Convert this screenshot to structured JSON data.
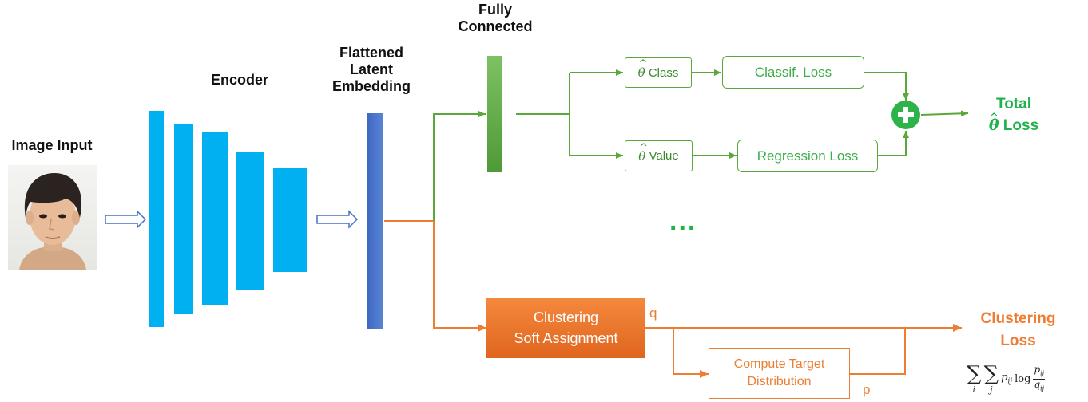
{
  "labels": {
    "image_input": "Image Input",
    "encoder": "Encoder",
    "flattened": [
      "Flattened",
      "Latent",
      "Embedding"
    ],
    "fully_connected": [
      "Fully",
      "Connected"
    ],
    "total_loss_line1": "Total",
    "total_loss_line2": "Loss",
    "ellipsis": "...",
    "clustering_loss": [
      "Clustering",
      "Loss"
    ]
  },
  "boxes": {
    "theta_class": "Class",
    "classif_loss": "Classif. Loss",
    "theta_value": "Value",
    "regression_loss": "Regression Loss",
    "clustering_soft_assignment": [
      "Clustering",
      "Soft Assignment"
    ],
    "compute_target": [
      "Compute Target",
      "Distribution"
    ]
  },
  "symbols": {
    "theta": "θ",
    "q": "q",
    "p": "p",
    "sum": "∑",
    "formula_i": "i",
    "formula_j": "j",
    "formula_term": "p",
    "formula_term_sub": "ij",
    "formula_log": "log",
    "formula_num": "p",
    "formula_num_sub": "ij",
    "formula_den": "q",
    "formula_den_sub": "ij"
  },
  "colors": {
    "encoder_blue": "#00b0f0",
    "embedding_blue": "#4472c4",
    "fc_green": "#70ad47",
    "green_line": "#5aa83a",
    "green_text": "#22b24c",
    "orange": "#ed7d31"
  },
  "icons": {
    "arrow": "hollow-right-arrow-icon",
    "plus": "plus-circle-icon",
    "photo": "face-photo"
  }
}
